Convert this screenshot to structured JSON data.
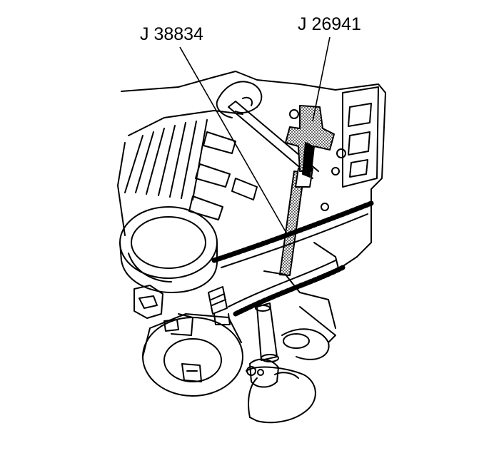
{
  "figure": {
    "callouts": [
      {
        "id": "j38834",
        "text": "J 38834"
      },
      {
        "id": "j26941",
        "text": "J 26941"
      }
    ]
  },
  "colors": {
    "ink": "#000000",
    "paper": "#ffffff",
    "stipple": "#8a8a8a"
  }
}
